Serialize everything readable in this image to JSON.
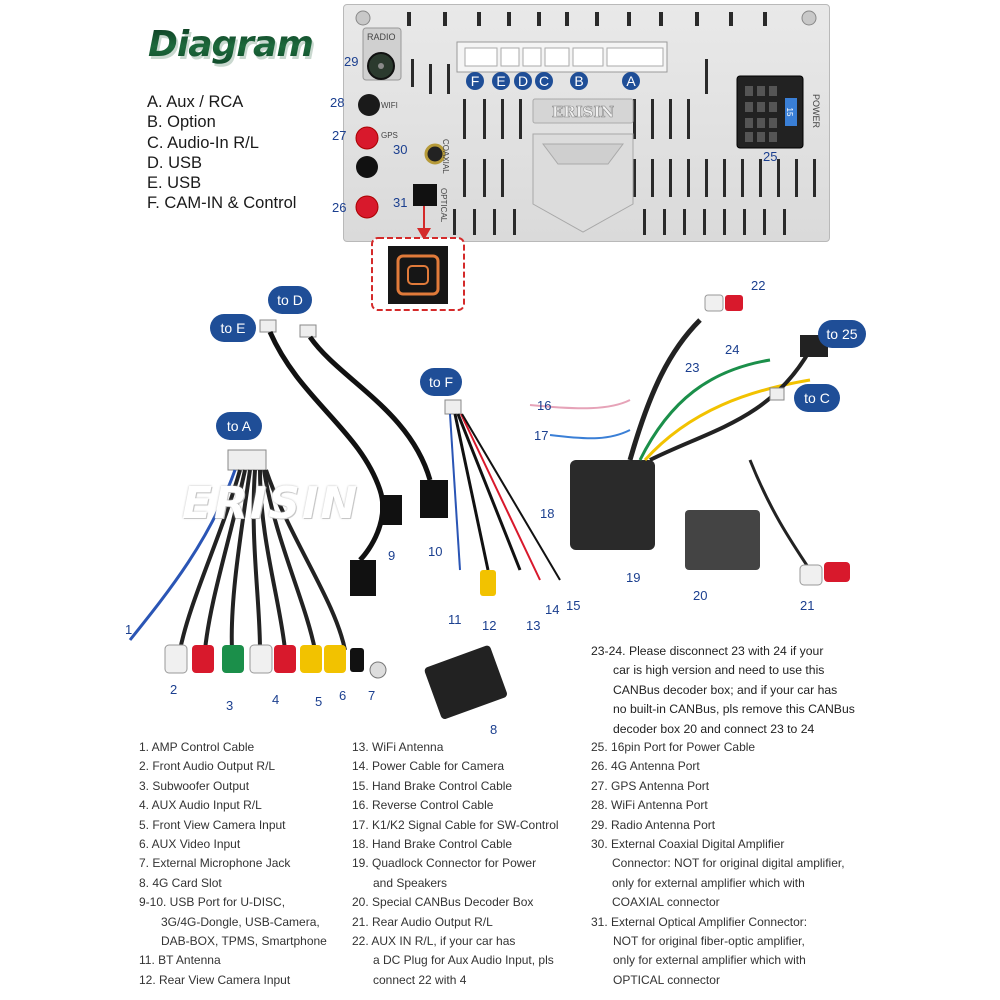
{
  "title": "Diagram",
  "legend": [
    "A. Aux / RCA",
    "B. Option",
    "C. Audio-In R/L",
    "D. USB",
    "E. USB",
    "F. CAM-IN & Control"
  ],
  "unit_labels": {
    "radio": "RADIO",
    "wifi": "WIFI",
    "gps": "GPS",
    "coaxial": "COAXIAL",
    "optical": "OPTICAL",
    "power": "POWER",
    "brand": "ERISIN",
    "fuse": "15"
  },
  "port_letters": [
    "F",
    "E",
    "D",
    "C",
    "B",
    "A"
  ],
  "port_numbers": {
    "p25": "25",
    "p26": "26",
    "p27": "27",
    "p28": "28",
    "p29": "29",
    "p30": "30",
    "p31": "31"
  },
  "connector_tags": [
    "to D",
    "to E",
    "to F",
    "to A",
    "to 25",
    "to C"
  ],
  "part_numbers": [
    "1",
    "2",
    "3",
    "4",
    "5",
    "6",
    "7",
    "8",
    "9",
    "10",
    "11",
    "12",
    "13",
    "14",
    "15",
    "16",
    "17",
    "18",
    "19",
    "20",
    "21",
    "22",
    "23",
    "24"
  ],
  "watermark": "ERISIN",
  "note_2324": [
    "23-24. Please disconnect 23 with 24 if your",
    "car is high version and need to use this",
    "CANBus decoder box; and if your car has",
    "no built-in CANBus, pls remove this CANBus",
    "decoder box 20 and connect 23 to 24"
  ],
  "list_col1": [
    "1. AMP Control Cable",
    "2. Front Audio Output R/L",
    "3. Subwoofer Output",
    "4. AUX Audio Input R/L",
    "5. Front View Camera Input",
    "6. AUX Video Input",
    "7. External Microphone Jack",
    "8. 4G Card Slot",
    "9-10. USB Port for U-DISC,",
    "3G/4G-Dongle, USB-Camera,",
    "DAB-BOX, TPMS, Smartphone",
    "11. BT Antenna",
    "12. Rear View Camera Input"
  ],
  "list_col2": [
    "13. WiFi Antenna",
    "14. Power Cable for Camera",
    "15. Hand Brake Control Cable",
    "16. Reverse Control Cable",
    "17. K1/K2 Signal Cable for SW-Control",
    "18. Hand Brake Control Cable",
    "19. Quadlock Connector for Power",
    "and Speakers",
    "20. Special CANBus Decoder Box",
    "21. Rear Audio Output R/L",
    "22. AUX IN R/L, if your car has",
    "a DC Plug for Aux Audio Input, pls",
    "connect 22 with 4"
  ],
  "list_col3": [
    "25. 16pin Port for Power Cable",
    "26. 4G Antenna Port",
    "27. GPS Antenna Port",
    "28. WiFi Antenna Port",
    "29. Radio Antenna Port",
    "30. External Coaxial Digital Amplifier",
    "Connector: NOT for original digital amplifier,",
    "only for external amplifier which with",
    "COAXIAL connector",
    "31. External Optical Amplifier Connector:",
    "NOT for original fiber-optic amplifier,",
    "only for external amplifier which with",
    "OPTICAL connector"
  ],
  "colors": {
    "title": "#1d6a3c",
    "accent": "#1f4e97",
    "number": "#1b3f8f",
    "red_port": "#d8192c",
    "dashed": "#d42a2a",
    "optical_glow": "#e07a3a"
  }
}
